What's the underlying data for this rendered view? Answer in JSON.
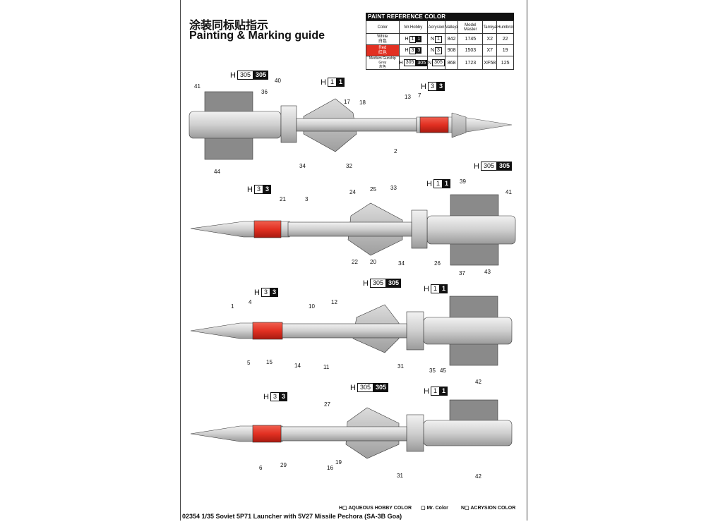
{
  "header": {
    "title_cn": "涂装同标贴指示",
    "title_en": "Painting & Marking guide"
  },
  "reference": {
    "heading": "PAINT  REFERENCE COLOR",
    "columns": [
      "Color",
      "Mr.Hobby",
      "Acrysion",
      "Vallejo",
      "Model Master",
      "Tamiya",
      "Humbrol"
    ],
    "rows": [
      {
        "color_en": "White",
        "color_cn": "白色",
        "hobby_h": "H",
        "hobby_w": "1",
        "hobby_b": "1",
        "acry_n": "N",
        "acry_v": "1",
        "vallejo": "842",
        "model_master": "1745",
        "tamiya": "X2",
        "humbrol": "22"
      },
      {
        "color_en": "Red",
        "color_cn": "红色",
        "hobby_h": "H",
        "hobby_w": "3",
        "hobby_b": "3",
        "acry_n": "N",
        "acry_v": "3",
        "vallejo": "908",
        "model_master": "1503",
        "tamiya": "X7",
        "humbrol": "19"
      },
      {
        "color_en": "Medium Gunship Grey",
        "color_cn": "灰色",
        "hobby_h": "H",
        "hobby_w": "305",
        "hobby_b": "305",
        "acry_n": "N",
        "acry_v": "305",
        "vallejo": "868",
        "model_master": "1723",
        "tamiya": "XF58",
        "humbrol": "125"
      }
    ]
  },
  "colors": {
    "red": "#e23022",
    "grey": "#8c8c8c",
    "white": "#ffffff",
    "body": "#d8d8d8"
  },
  "callouts": {
    "h": "H",
    "grey_w": "305",
    "grey_b": "305",
    "white_w": "1",
    "white_b": "1",
    "red_w": "3",
    "red_b": "3"
  },
  "part_numbers": {
    "v1": [
      "41",
      "36",
      "40",
      "17",
      "18",
      "13",
      "7",
      "2",
      "34",
      "32",
      "44"
    ],
    "v2": [
      "24",
      "25",
      "33",
      "39",
      "41",
      "21",
      "3",
      "22",
      "20",
      "34",
      "26",
      "37",
      "43"
    ],
    "v3": [
      "1",
      "4",
      "10",
      "12",
      "5",
      "15",
      "14",
      "11",
      "31",
      "35",
      "45",
      "42"
    ],
    "v4": [
      "27",
      "6",
      "29",
      "16",
      "19",
      "31",
      "42"
    ]
  },
  "legend": {
    "aqueous": "H▢ AQUEOUS HOBBY COLOR",
    "mr": "▢ Mr. Color",
    "acrysion": "N▢ ACRYSION COLOR"
  },
  "footer": "02354 1/35 Soviet 5P71 Launcher with 5V27 Missile Pechora (SA-3B Goa)"
}
